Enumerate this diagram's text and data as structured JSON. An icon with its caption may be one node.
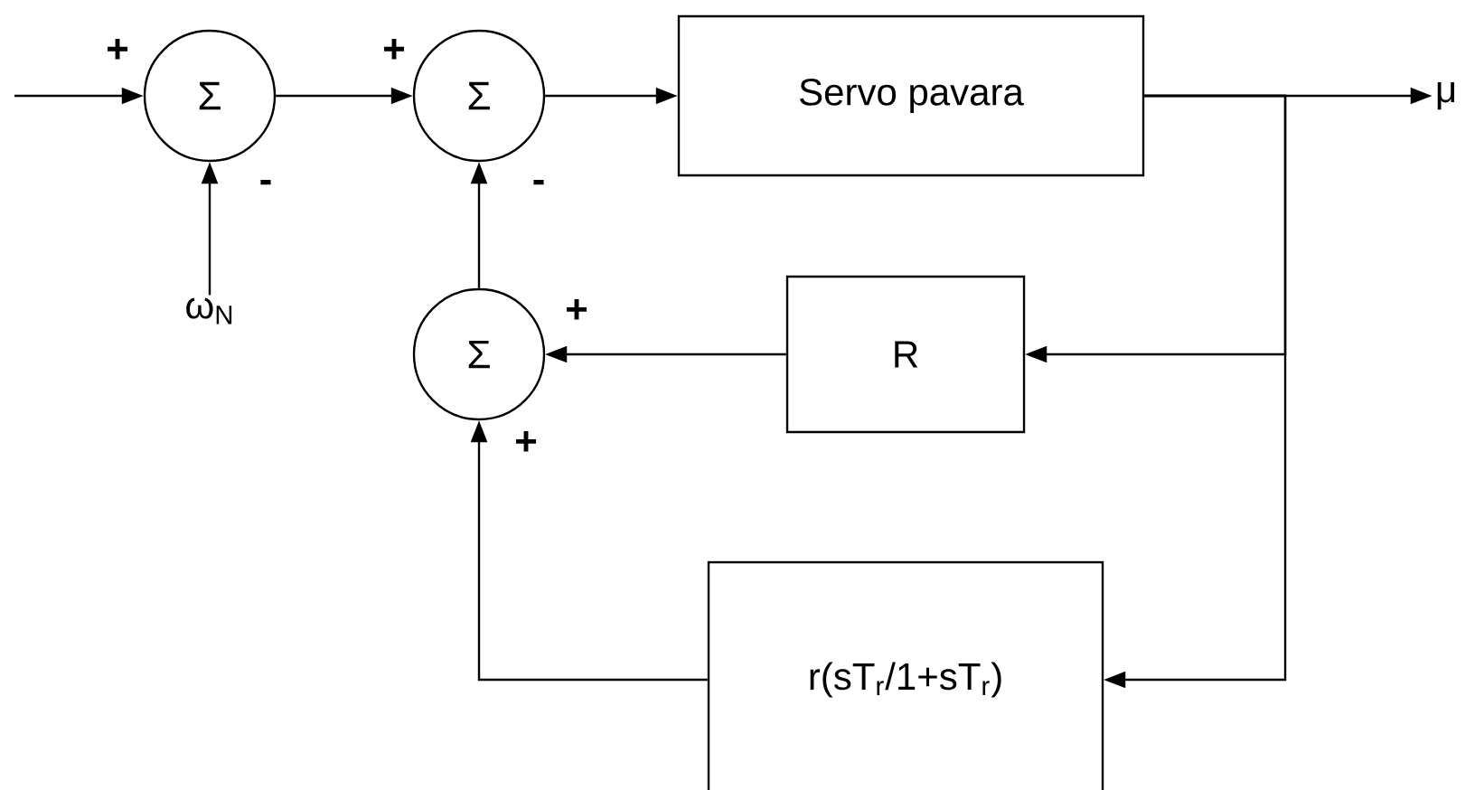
{
  "diagram": {
    "nodes": [
      {
        "text": [
          "Σ"
        ]
      },
      {
        "text": [
          "Σ"
        ]
      },
      {
        "text": [
          "Servo pavara"
        ]
      },
      {
        "text": [
          "R"
        ]
      },
      {
        "text": [
          "Σ"
        ]
      },
      {
        "text": [
          "r(sT$_{r}$/1+sT$_{r}$)"
        ]
      },
      {
        "text": [
          "μ"
        ]
      },
      {
        "text": [
          "ω$_{N}$"
        ]
      }
    ],
    "edges": [
      {
        "from": null,
        "to": 0,
        "arrow": "to"
      },
      {
        "from": 0,
        "to": 1,
        "arrow": "to"
      },
      {
        "from": 1,
        "to": 2,
        "arrow": "to"
      },
      {
        "from": 2,
        "to": 6,
        "arrow": "to"
      },
      {
        "from": 7,
        "to": 0,
        "arrow": "to"
      },
      {
        "from": 4,
        "to": 1,
        "arrow": "to"
      },
      {
        "from": 3,
        "to": 4,
        "arrow": "to"
      },
      {
        "from": 2,
        "to": 3,
        "arrow": "to"
      },
      {
        "from": 2,
        "to": 5,
        "arrow": "to"
      },
      {
        "from": 5,
        "to": 4,
        "arrow": "to"
      }
    ],
    "labels": [
      "+",
      "+",
      "-",
      "-",
      "+",
      "+"
    ]
  }
}
